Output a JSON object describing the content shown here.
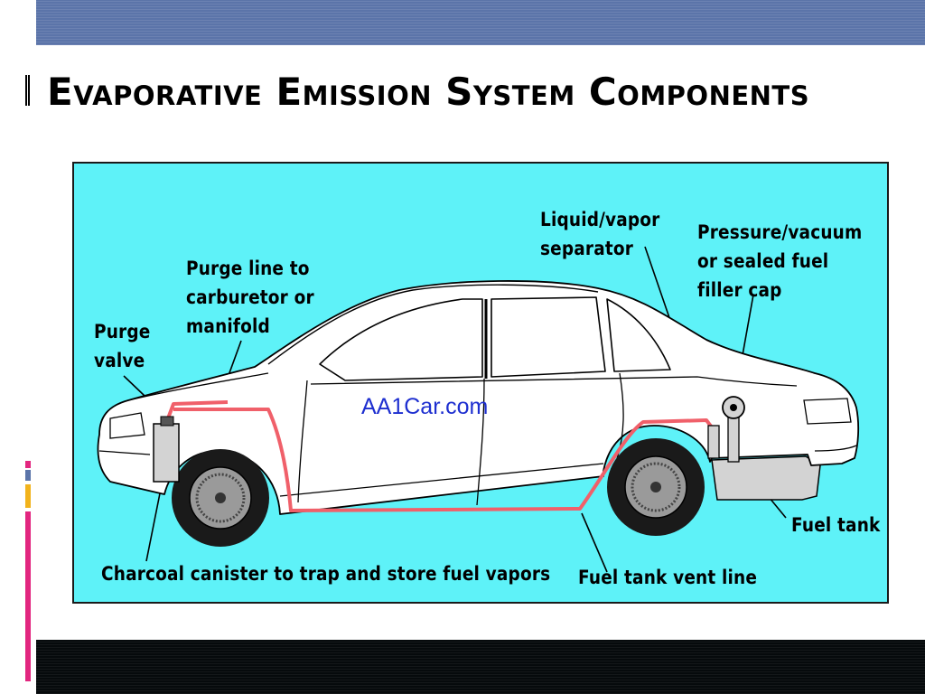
{
  "slide": {
    "title": "Evaporative Emission System Components"
  },
  "diagram": {
    "watermark": "AA1Car.com",
    "labels": {
      "purge_valve": "Purge\nvalve",
      "purge_line": "Purge line to\ncarburetor or\nmanifold",
      "separator": "Liquid/vapor\nseparator",
      "filler_cap": "Pressure/vacuum\nor sealed fuel\nfiller cap",
      "fuel_tank": "Fuel tank",
      "canister": "Charcoal canister to trap and store fuel vapors",
      "vent_line": "Fuel tank vent line"
    },
    "colors": {
      "background": "#5ef2f8",
      "car_body": "#ffffff",
      "vapor_line": "#f0606a",
      "fuel_tank": "#d3d3d3"
    }
  },
  "decor": {
    "top_band_color": "#5b74a9",
    "bottom_band_color": "#060a0c",
    "bar_colors": [
      "#e2267f",
      "#5b74a9",
      "#f2b31c",
      "#e2267f"
    ]
  }
}
